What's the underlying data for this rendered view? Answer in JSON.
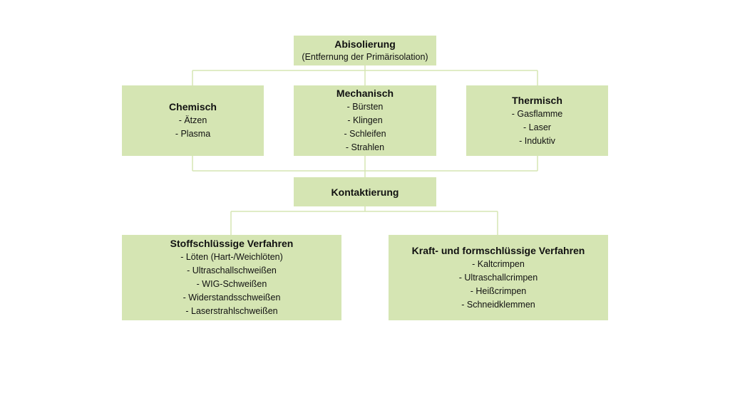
{
  "colors": {
    "box_fill": "#d5e5b3",
    "connector": "#d5e5b3"
  },
  "top": {
    "title": "Abisolierung",
    "subtitle": "(Entfernung der Primärisolation)"
  },
  "methods": [
    {
      "title": "Chemisch",
      "items": [
        "- Ätzen",
        "- Plasma"
      ]
    },
    {
      "title": "Mechanisch",
      "items": [
        "- Bürsten",
        "- Klingen",
        "- Schleifen",
        "- Strahlen"
      ]
    },
    {
      "title": "Thermisch",
      "items": [
        "- Gasflamme",
        "- Laser",
        "- Induktiv"
      ]
    }
  ],
  "middle": {
    "title": "Kontaktierung"
  },
  "procedures": [
    {
      "title": "Stoffschlüssige Verfahren",
      "items": [
        "- Löten (Hart-/Weichlöten)",
        "- Ultraschallschweißen",
        "- WIG-Schweißen",
        "- Widerstandsschweißen",
        "- Laserstrahlschweißen"
      ]
    },
    {
      "title": "Kraft- und formschlüssige Verfahren",
      "items": [
        "- Kaltcrimpen",
        "- Ultraschallcrimpen",
        "- Heißcrimpen",
        "- Schneidklemmen"
      ]
    }
  ]
}
